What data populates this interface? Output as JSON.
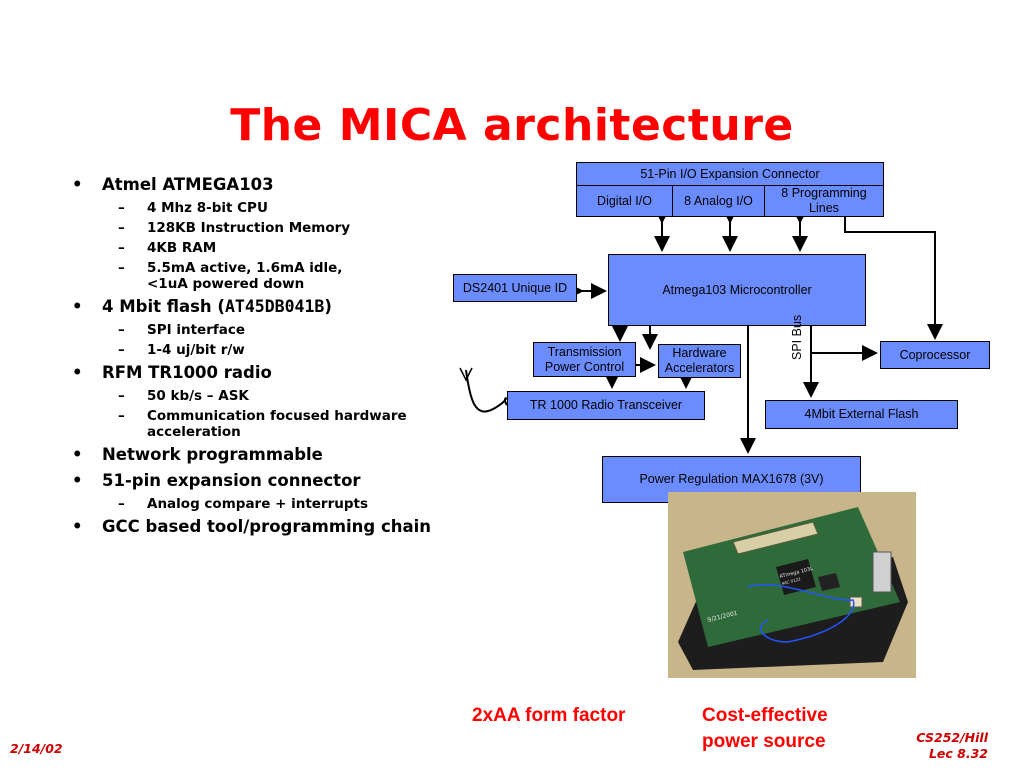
{
  "title": "The MICA architecture",
  "bullets": [
    {
      "text": "Atmel ATMEGA103",
      "subs": [
        "4 Mhz 8-bit CPU",
        "128KB Instruction Memory",
        "4KB RAM",
        "5.5mA active, 1.6mA idle,",
        "<1uA powered down"
      ]
    },
    {
      "text_prefix": "4 Mbit flash (",
      "text_mono": "AT45DB041B",
      "text_suffix": ")",
      "subs": [
        "SPI interface",
        "1-4 uj/bit r/w"
      ]
    },
    {
      "text": "RFM TR1000 radio",
      "subs": [
        "50 kb/s – ASK",
        "Communication focused hardware",
        "acceleration"
      ]
    },
    {
      "text": "Network programmable"
    },
    {
      "text": "51-pin expansion connector",
      "subs": [
        "Analog compare + interrupts"
      ]
    },
    {
      "text": "GCC based tool/programming chain"
    }
  ],
  "diagram": {
    "expansion_connector": "51-Pin I/O Expansion Connector",
    "digital_io": "Digital I/O",
    "analog_io": "8 Analog I/O",
    "programming_lines": "8 Programming Lines",
    "ds2401": "DS2401 Unique ID",
    "microcontroller": "Atmega103 Microcontroller",
    "transmission": "Transmission Power Control",
    "hw_accel": "Hardware Accelerators",
    "spi_bus": "SPI Bus",
    "coprocessor": "Coprocessor",
    "radio": "TR 1000 Radio Transceiver",
    "flash": "4Mbit External Flash",
    "power": "Power Regulation MAX1678 (3V)",
    "box_color": "#6b8cff"
  },
  "board_text": {
    "chip": "ATmega 103L",
    "chip_sub": "4AC 0122",
    "date": "9/21/2001"
  },
  "captions": {
    "left": "2xAA form factor",
    "right_line1": "Cost-effective",
    "right_line2": "power source"
  },
  "footer": {
    "date": "2/14/02",
    "course": "CS252/Hill",
    "lecture": "Lec 8.32"
  }
}
